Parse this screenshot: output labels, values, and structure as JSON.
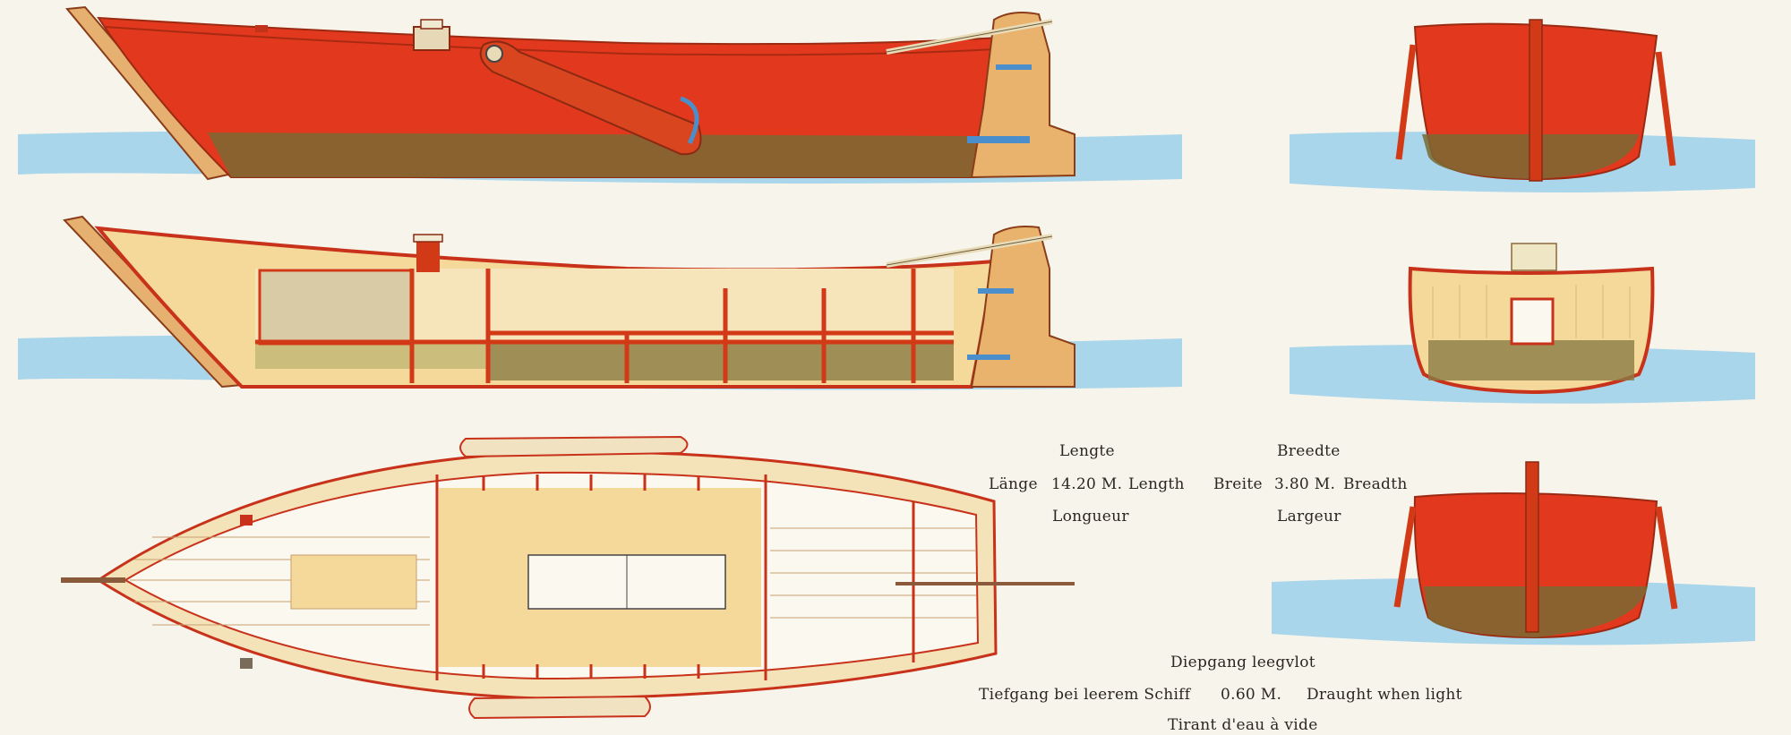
{
  "colors": {
    "paper": "#f7f4ec",
    "water": "#a9d6ea",
    "water_dark": "#7dbfdc",
    "hull_red": "#e2381d",
    "hull_dark": "#b52a14",
    "bilge_olive": "#7a6a34",
    "wood_light": "#f4d99b",
    "wood_mid": "#e9b36d",
    "frame_red": "#d23a17",
    "metal_blue": "#4a8fcb",
    "deck_white": "#fbf8ef",
    "ink": "#2b2622"
  },
  "views": {
    "side_elevation": "side-elevation-hull",
    "longitudinal_section": "longitudinal-section",
    "deck_plan": "deck-plan",
    "stern_view": "stern-end-view",
    "midship_section": "midship-cross-section",
    "bow_view": "bow-end-view"
  },
  "dimensions": {
    "length": {
      "dutch": "Lengte",
      "german": "Länge",
      "value": "14.20 M.",
      "english": "Length",
      "french": "Longueur"
    },
    "breadth": {
      "dutch": "Breedte",
      "german": "Breite",
      "value": "3.80 M.",
      "english": "Breadth",
      "french": "Largeur"
    },
    "draught": {
      "dutch": "Diepgang leegvlot",
      "german": "Tiefgang bei leerem Schiff",
      "value": "0.60 M.",
      "english": "Draught when light",
      "french": "Tirant d'eau à vide"
    }
  }
}
